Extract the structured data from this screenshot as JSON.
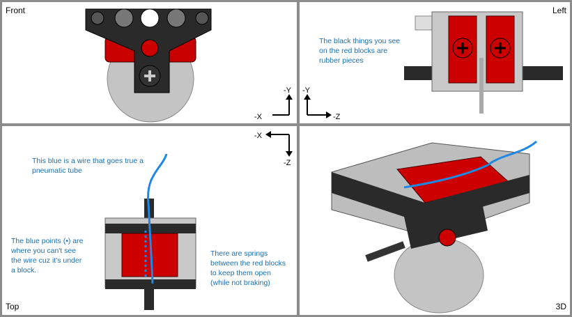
{
  "viewports": {
    "front": {
      "label": "Front",
      "axis_v": "-Y",
      "axis_h": "-X"
    },
    "left": {
      "label": "Left",
      "axis_v": "-Y",
      "axis_h": "-Z",
      "note": [
        "The black things you see",
        "on the red blocks are",
        "rubber pieces"
      ]
    },
    "top": {
      "label": "Top",
      "axis_v": "-Z",
      "axis_h": "-X",
      "note_wire": [
        "This blue is a wire that goes true a",
        "pneumatic tube"
      ],
      "note_points": [
        "The blue points (•) are",
        "where you can't see",
        "the wire cuz it's under",
        "a block."
      ],
      "note_springs": [
        "There are springs",
        "between the red blocks",
        "to keep them open",
        "(while not braking)"
      ]
    },
    "view3d": {
      "label": "3D"
    }
  },
  "colors": {
    "frame": "#8c8c8c",
    "wire": "#1e88e5",
    "red": "#cc0000",
    "black": "#222222",
    "gray": "#bdbdbd"
  }
}
